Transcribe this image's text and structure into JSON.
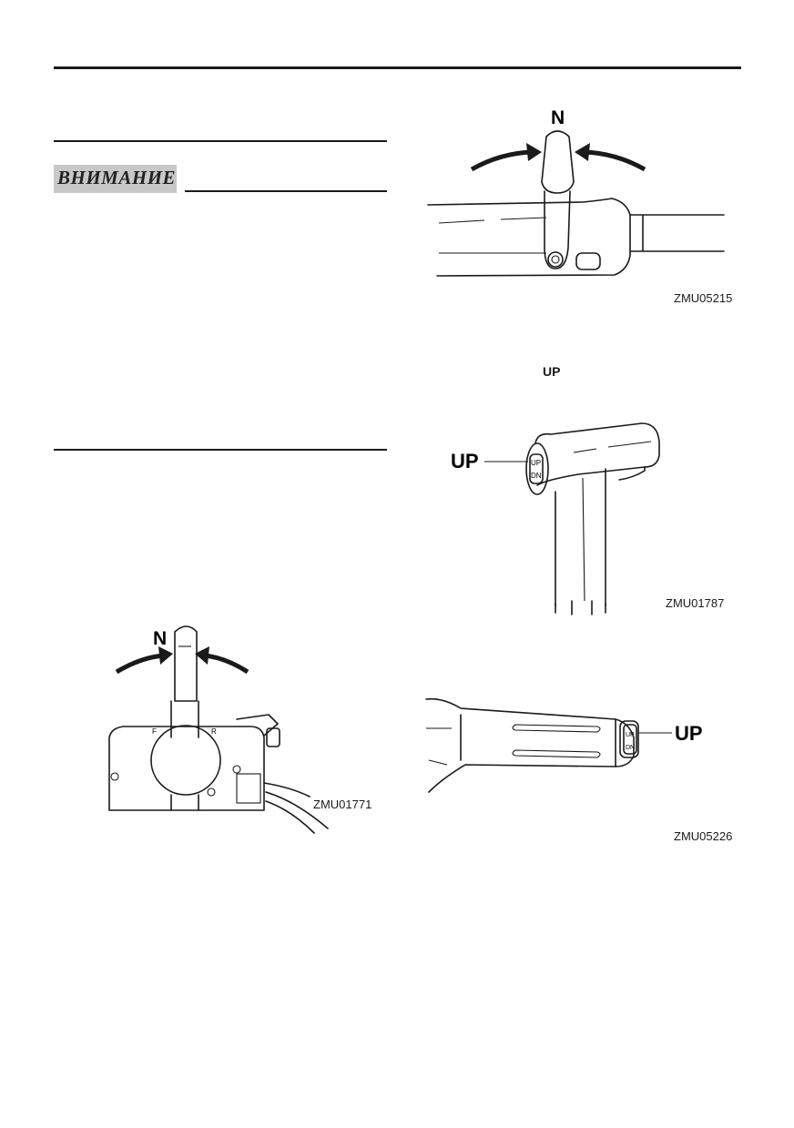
{
  "warning": {
    "title": "ВНИМАНИЕ"
  },
  "figure_right_top": {
    "label": "N",
    "code": "ZMU05215"
  },
  "text_right": {
    "up_word": "UP"
  },
  "figure_right_mid": {
    "callout": "UP",
    "switch_top": "UP",
    "switch_bottom": "DN",
    "code": "ZMU01787"
  },
  "figure_right_bottom": {
    "callout": "UP",
    "switch_top": "UP",
    "switch_bottom": "DN",
    "code": "ZMU05226"
  },
  "figure_left": {
    "label": "N",
    "code": "ZMU01771",
    "mark_f": "F",
    "mark_r": "R"
  }
}
